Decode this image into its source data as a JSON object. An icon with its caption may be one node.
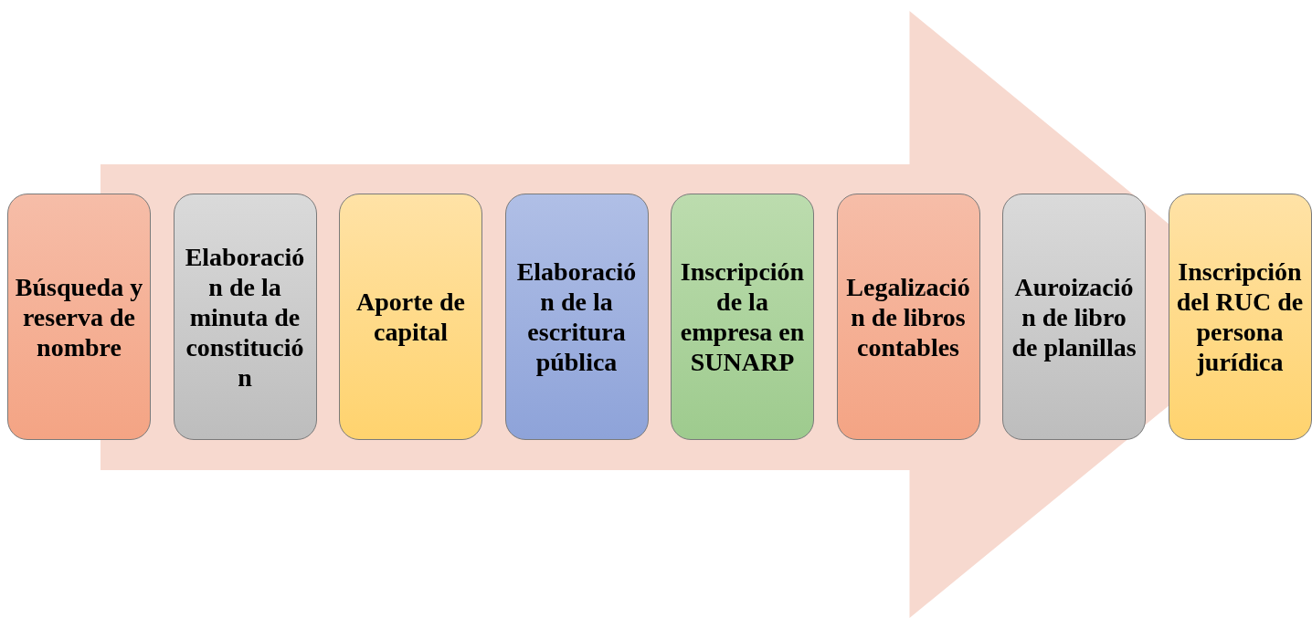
{
  "diagram": {
    "nodes": [
      {
        "text": [
          "Búsqueda y reserva de nombre"
        ]
      },
      {
        "text": [
          "Elaboración de la minuta de constitución"
        ]
      },
      {
        "text": [
          "Aporte de capital"
        ]
      },
      {
        "text": [
          "Elaboración de la escritura pública"
        ]
      },
      {
        "text": [
          "Inscripción de la empresa en SUNARP"
        ]
      },
      {
        "text": [
          "Legalización de libros contables"
        ]
      },
      {
        "text": [
          "Auroización de libro de planillas"
        ]
      },
      {
        "text": [
          "Inscripción del RUC de persona jurídica"
        ]
      }
    ],
    "edges": [
      {
        "from": 0,
        "to": 7,
        "arrow": "to"
      }
    ]
  }
}
